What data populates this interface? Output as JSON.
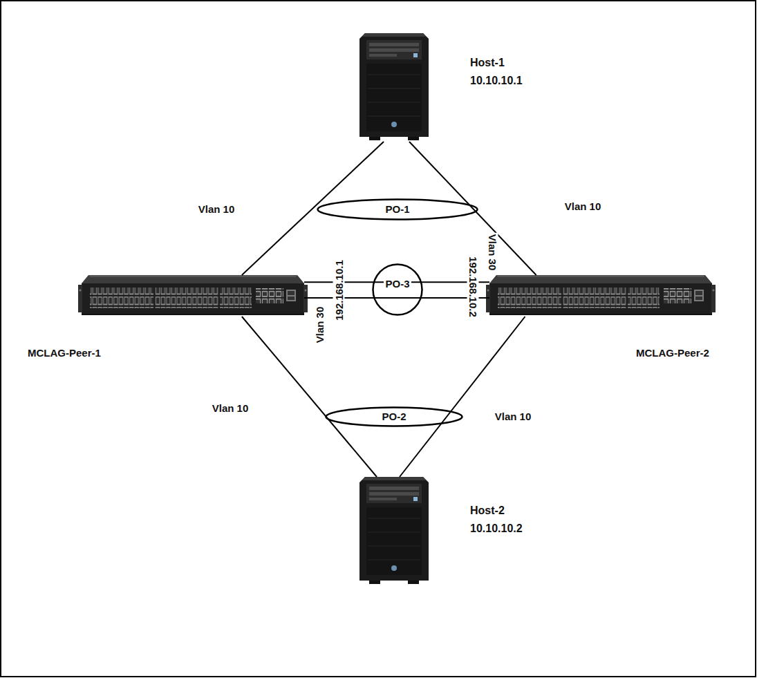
{
  "diagram": {
    "nodes": [
      {
        "text": [
          "Host-1",
          "10.10.10.1"
        ]
      },
      {
        "text": [
          "PO-1"
        ]
      },
      {
        "text": [
          "MCLAG-Peer-1"
        ]
      },
      {
        "text": [
          "PO-3"
        ]
      },
      {
        "text": [
          "MCLAG-Peer-2"
        ]
      },
      {
        "text": [
          "PO-2"
        ]
      },
      {
        "text": [
          "Host-2",
          "10.10.10.2"
        ]
      }
    ],
    "edges": [
      {
        "from": 0,
        "to": 2,
        "arrow": "none"
      },
      {
        "from": 0,
        "to": 4,
        "arrow": "none"
      },
      {
        "from": 2,
        "to": 4,
        "arrow": "none"
      },
      {
        "from": 2,
        "to": 4,
        "arrow": "none"
      },
      {
        "from": 2,
        "to": 6,
        "arrow": "none"
      },
      {
        "from": 4,
        "to": 6,
        "arrow": "none"
      }
    ],
    "labels": [
      "Vlan 10",
      "Vlan 10",
      "Vlan 30",
      "192.168.10.1",
      "Vlan 30",
      "192.168.10.2",
      "Vlan 10",
      "Vlan 10"
    ]
  }
}
